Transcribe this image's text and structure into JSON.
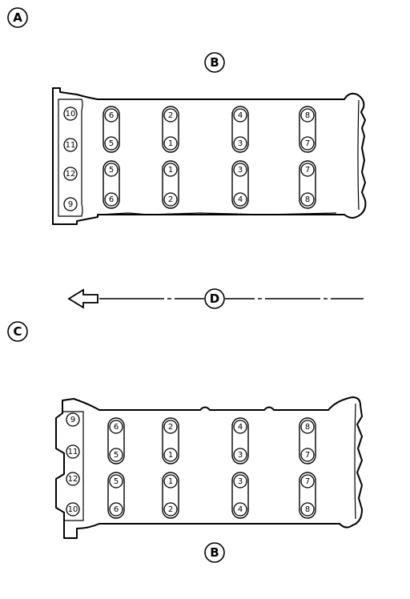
{
  "labels": {
    "a": "A",
    "b_top": "B",
    "c": "C",
    "d": "D",
    "b_bottom": "B"
  },
  "top_head": {
    "front_bolts": [
      "10",
      "11",
      "12",
      "9"
    ],
    "upper_row": [
      [
        "6",
        "5"
      ],
      [
        "2",
        "1"
      ],
      [
        "4",
        "3"
      ],
      [
        "8",
        "7"
      ]
    ],
    "lower_row": [
      [
        "5",
        "6"
      ],
      [
        "1",
        "2"
      ],
      [
        "3",
        "4"
      ],
      [
        "7",
        "8"
      ]
    ]
  },
  "bottom_head": {
    "front_bolts": [
      "9",
      "11",
      "12",
      "10"
    ],
    "upper_row": [
      [
        "6",
        "5"
      ],
      [
        "2",
        "1"
      ],
      [
        "4",
        "3"
      ],
      [
        "8",
        "7"
      ]
    ],
    "lower_row": [
      [
        "5",
        "6"
      ],
      [
        "1",
        "2"
      ],
      [
        "3",
        "4"
      ],
      [
        "7",
        "8"
      ]
    ]
  }
}
